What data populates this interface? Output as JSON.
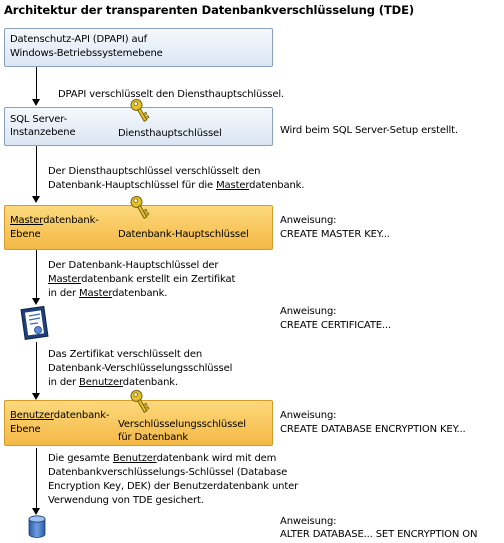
{
  "title": "Architektur der transparenten Datenbankverschlüsselung (TDE)",
  "level1": {
    "line1": "Datenschutz-API (DPAPI) auf",
    "line2": "Windows-Betriebssystemebene"
  },
  "step1": "DPAPI verschlüsselt den Diensthauptschlüssel.",
  "level2": {
    "line1": "SQL Server-",
    "line2": "Instanzebene",
    "key_label": "Diensthauptschlüssel",
    "note": "Wird beim SQL Server-Setup erstellt."
  },
  "step2": {
    "line1": "Der Diensthauptschlüssel verschlüsselt den",
    "line2_pre": "Datenbank-Hauptschlüssel für die ",
    "line2_u": "Master",
    "line2_post": "datenbank."
  },
  "level3": {
    "line1_u": "Master",
    "line1_post": "datenbank-",
    "line2": "Ebene",
    "key_label": "Datenbank-Hauptschlüssel",
    "note1": "Anweisung:",
    "note2": "CREATE MASTER KEY..."
  },
  "step3": {
    "line1": "Der Datenbank-Hauptschlüssel der",
    "line2_u": "Master",
    "line2_post": "datenbank erstellt ein Zertifikat",
    "line3_pre": "in der ",
    "line3_u": "Master",
    "line3_post": "datenbank."
  },
  "cert_note": {
    "line1": "Anweisung:",
    "line2": "CREATE CERTIFICATE..."
  },
  "step4": {
    "line1": "Das Zertifikat verschlüsselt den",
    "line2": "Datenbank-Verschlüsselungsschlüssel",
    "line3_pre": "in der ",
    "line3_u": "Benutzer",
    "line3_post": "datenbank."
  },
  "level4": {
    "line1_u": "Benutzer",
    "line1_post": "datenbank-",
    "line2": "Ebene",
    "key_line1": "Verschlüsselungsschlüssel",
    "key_line2": "für Datenbank",
    "note1": "Anweisung:",
    "note2": "CREATE DATABASE ENCRYPTION KEY..."
  },
  "step5": {
    "line1_pre": "Die gesamte ",
    "line1_u": "Benutzer",
    "line1_post": "datenbank wird mit dem",
    "line2": "Datenbankverschlüsselungs-Schlüssel (Database",
    "line3": "Encryption Key, DEK) der Benutzerdatenbank unter",
    "line4": "Verwendung von TDE gesichert."
  },
  "db_note": {
    "line1": "Anweisung:",
    "line2": "ALTER DATABASE... SET ENCRYPTION ON"
  },
  "colors": {
    "blue_box": "#dbe6f3",
    "gold_box": "#f4b846",
    "key": "#e6c229"
  }
}
